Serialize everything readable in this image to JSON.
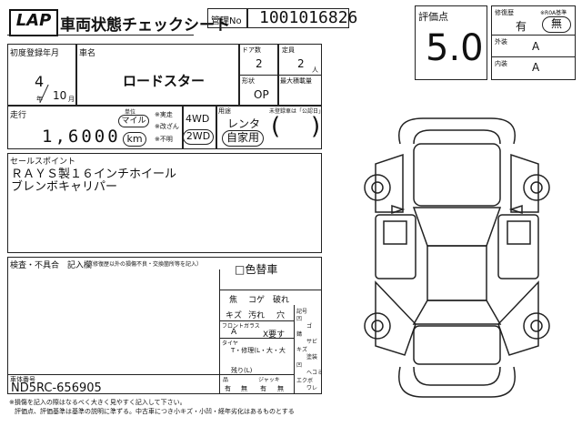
{
  "header": {
    "logo_text": "LAP",
    "title": "車両状態チェックシート",
    "kanri_label": "管理No",
    "kanri_value": "1001016826"
  },
  "grade": {
    "label": "評価点",
    "value": "5.0"
  },
  "right_panel": {
    "r1_label": "修復歴",
    "r1_small": "※R0A基準",
    "r1_value": "有",
    "r1_circled": "無",
    "r2_label": "外装",
    "r2_value": "A",
    "r3_label": "内装",
    "r3_value": "A"
  },
  "row1": {
    "reg_label": "初度登録年月",
    "year": "4",
    "year_unit": "年",
    "month": "10",
    "month_unit": "月",
    "car_label": "車名",
    "car_name": "ロードスター",
    "doors_label": "ドア数",
    "doors": "2",
    "seats_label": "定員",
    "seats": "2",
    "seats_unit": "人",
    "shape_label": "形状",
    "shape": "OP",
    "load_label": "最大積載量"
  },
  "row2": {
    "mileage_label": "走行",
    "mileage": "1,6000",
    "unit_mile": "マイル",
    "unit_km": "km",
    "odo_1": "※実走",
    "odo_2": "※改ざん",
    "odo_3": "※不明",
    "unit_header": "単位",
    "drive_4wd": "4WD",
    "drive_2wd": "2WD",
    "use_label": "用途",
    "use_rental": "レンタ",
    "use_private": "自家用",
    "unreg_label": "未登録車は「公認日」"
  },
  "sales": {
    "label": "セールスポイント",
    "line1": "ＲＡＹＳ製１６インチホイール",
    "line2": "ブレンボキャリパー"
  },
  "inspect": {
    "label": "検査・不具合　記入欄",
    "note": "（修復歴以外の損傷不良・交換箇所等を記入）",
    "color_change": "□色替車",
    "row_a": [
      "焦",
      "コゲ",
      "破れ"
    ],
    "row_b": [
      "キズ",
      "汚れ",
      "穴"
    ],
    "glass_label": "フロントガラス",
    "glass_a": "A",
    "glass_x": "X要す",
    "tire_label": "タイヤ",
    "tire_note": "T・修理(L・大・大",
    "tire_remain": "残り(L)"
  },
  "legend": {
    "title": "記号",
    "items": [
      "凹",
      "ゴ",
      "錆",
      "サビ",
      "キズ",
      "塗装",
      "凹",
      "ヘコミ",
      "エクボ",
      "ワレ"
    ]
  },
  "chassis": {
    "label": "車体番号",
    "value": "ND5RC-656905",
    "sub_label": "品",
    "sub_values": [
      "有",
      "無",
      "有",
      "無"
    ],
    "sub_label2": "ジャッキ"
  },
  "footer": {
    "note1": "※損傷を記入の際はなるべく大きく見やすく記入して下さい。",
    "note2": "評価点、評価基準は基準の説明に準ずる。中古車につき小キズ・小凹・経年劣化はあるものとする"
  }
}
